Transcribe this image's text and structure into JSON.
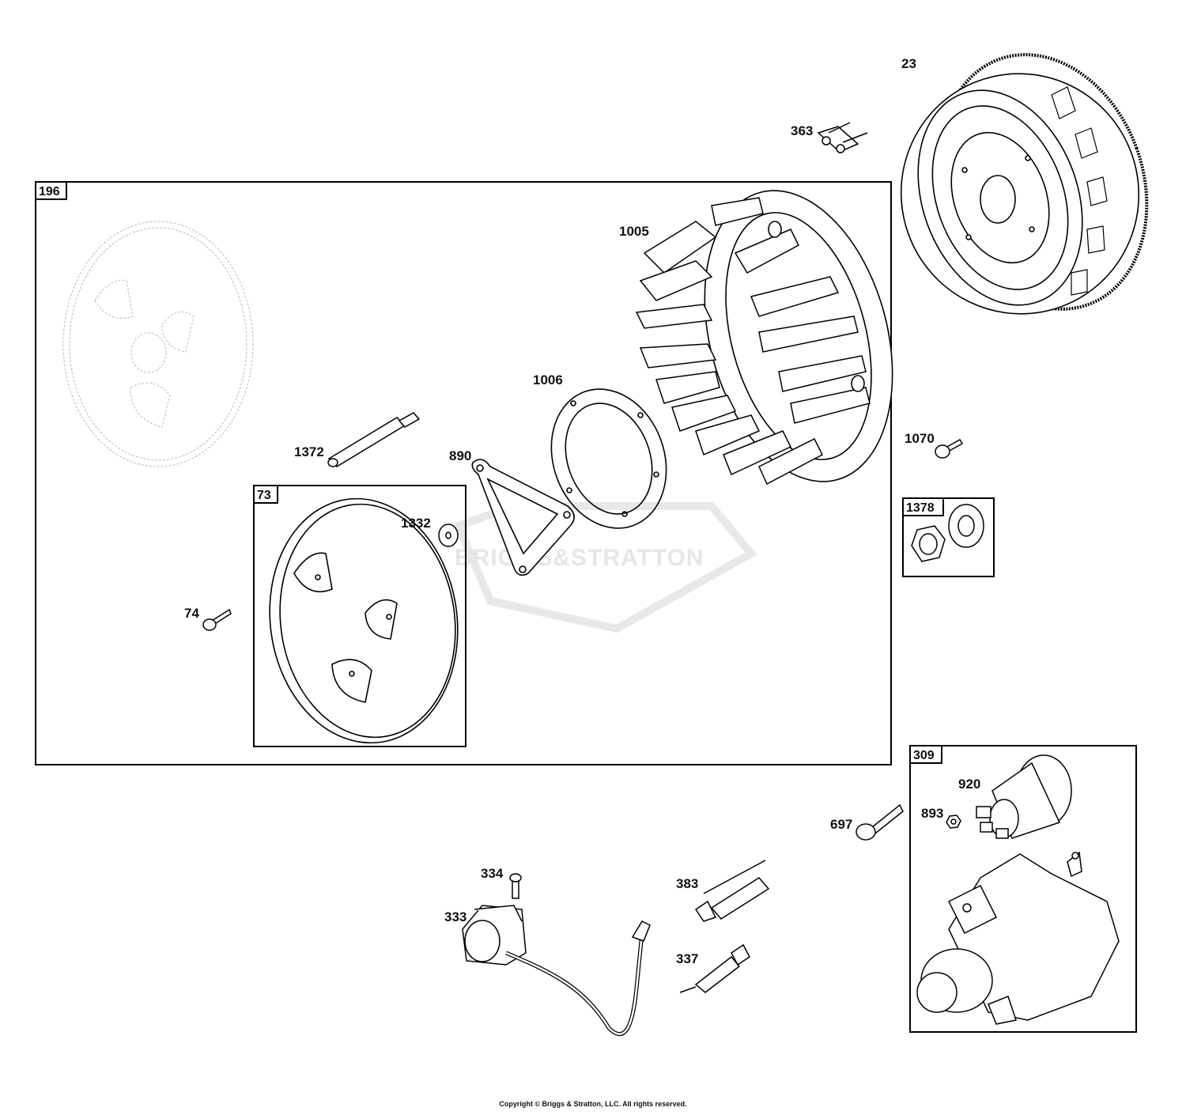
{
  "watermark": "BRIGGS&STRATTON",
  "copyright": "Copyright © Briggs & Stratton, LLC. All rights reserved.",
  "boxes": {
    "b196": "196",
    "b73": "73",
    "b1378": "1378",
    "b309": "309"
  },
  "parts": {
    "p23": "23",
    "p363": "363",
    "p1005": "1005",
    "p1006": "1006",
    "p1372": "1372",
    "p890": "890",
    "p1332": "1332",
    "p74": "74",
    "p1070": "1070",
    "p697": "697",
    "p920": "920",
    "p893": "893",
    "p334": "334",
    "p333": "333",
    "p383": "383",
    "p337": "337"
  }
}
